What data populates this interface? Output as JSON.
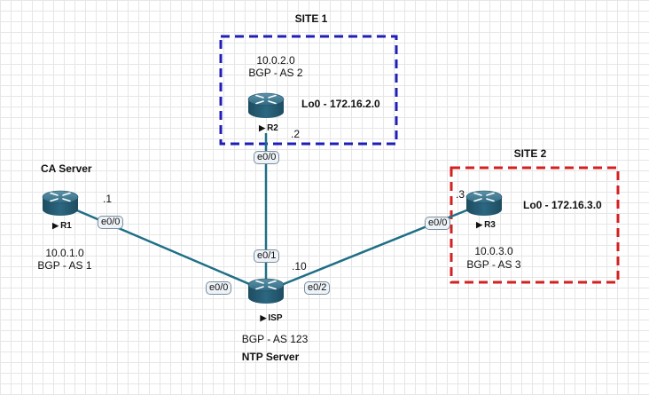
{
  "sites": {
    "site1": {
      "title": "SITE 1",
      "border_color": "#1f1fb8"
    },
    "site2": {
      "title": "SITE 2",
      "border_color": "#d42020"
    }
  },
  "link_color": "#1f6f86",
  "routers": {
    "r1": {
      "name": "R1",
      "role": "CA Server",
      "ip_suffix": ".1",
      "network": "10.0.1.0",
      "bgp": "BGP - AS 1"
    },
    "r2": {
      "name": "R2",
      "ip_suffix": ".2",
      "network": "10.0.2.0",
      "bgp": "BGP - AS 2",
      "loopback": "Lo0 - 172.16.2.0"
    },
    "r3": {
      "name": "R3",
      "ip_suffix": ".3",
      "network": "10.0.3.0",
      "bgp": "BGP - AS 3",
      "loopback": "Lo0 - 172.16.3.0"
    },
    "isp": {
      "name": "ISP",
      "role": "NTP Server",
      "ip_suffix": ".10",
      "bgp": "BGP - AS 123"
    }
  },
  "interfaces": {
    "r1_e00": "e0/0",
    "r2_e00": "e0/0",
    "r3_e00": "e0/0",
    "isp_e01": "e0/1",
    "isp_e00": "e0/0",
    "isp_e02": "e0/2"
  }
}
